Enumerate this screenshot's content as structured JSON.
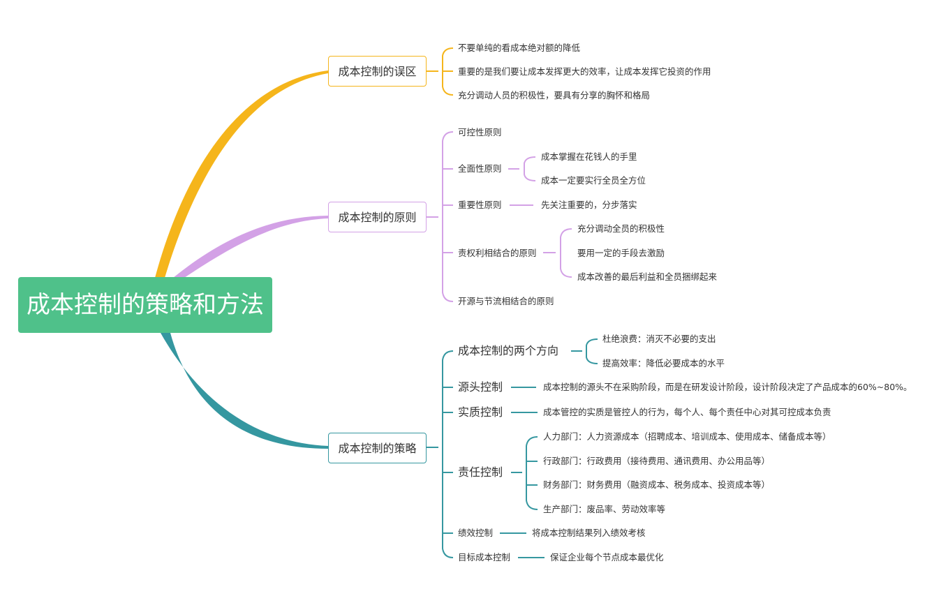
{
  "root": "成本控制的策略和方法",
  "colors": {
    "root": "#4fc18a",
    "b1": "#f5b51b",
    "b2": "#d3a1e6",
    "b3": "#3597a0"
  },
  "b1": {
    "title": "成本控制的误区",
    "items": [
      "不要单纯的看成本绝对额的降低",
      "重要的是我们要让成本发挥更大的效率，让成本发挥它投资的作用",
      "充分调动人员的积极性，要具有分享的胸怀和格局"
    ]
  },
  "b2": {
    "title": "成本控制的原则",
    "items": [
      {
        "label": "可控性原则"
      },
      {
        "label": "全面性原则",
        "children": [
          "成本掌握在花钱人的手里",
          "成本一定要实行全员全方位"
        ]
      },
      {
        "label": "重要性原则",
        "children": [
          "先关注重要的，分步落实"
        ]
      },
      {
        "label": "责权利相结合的原则",
        "children": [
          "充分调动全员的积极性",
          "要用一定的手段去激励",
          "成本改善的最后利益和全员捆绑起来"
        ]
      },
      {
        "label": "开源与节流相结合的原则"
      }
    ]
  },
  "b3": {
    "title": "成本控制的策略",
    "items": [
      {
        "label": "成本控制的两个方向",
        "children": [
          "杜绝浪费：消灭不必要的支出",
          "提高效率：降低必要成本的水平"
        ]
      },
      {
        "label": "源头控制",
        "children": [
          "成本控制的源头不在采购阶段，而是在研发设计阶段，设计阶段决定了产品成本的60%~80%。"
        ]
      },
      {
        "label": "实质控制",
        "children": [
          "成本管控的实质是管控人的行为，每个人、每个责任中心对其可控成本负责"
        ]
      },
      {
        "label": "责任控制",
        "children": [
          "人力部门：人力资源成本（招聘成本、培训成本、使用成本、储备成本等）",
          "行政部门：行政费用（接待费用、通讯费用、办公用品等）",
          "财务部门：财务费用（融资成本、税务成本、投资成本等）",
          "生产部门：废品率、劳动效率等"
        ]
      },
      {
        "label": "绩效控制",
        "children": [
          "将成本控制结果列入绩效考核"
        ]
      },
      {
        "label": "目标成本控制",
        "children": [
          "保证企业每个节点成本最优化"
        ]
      }
    ]
  }
}
